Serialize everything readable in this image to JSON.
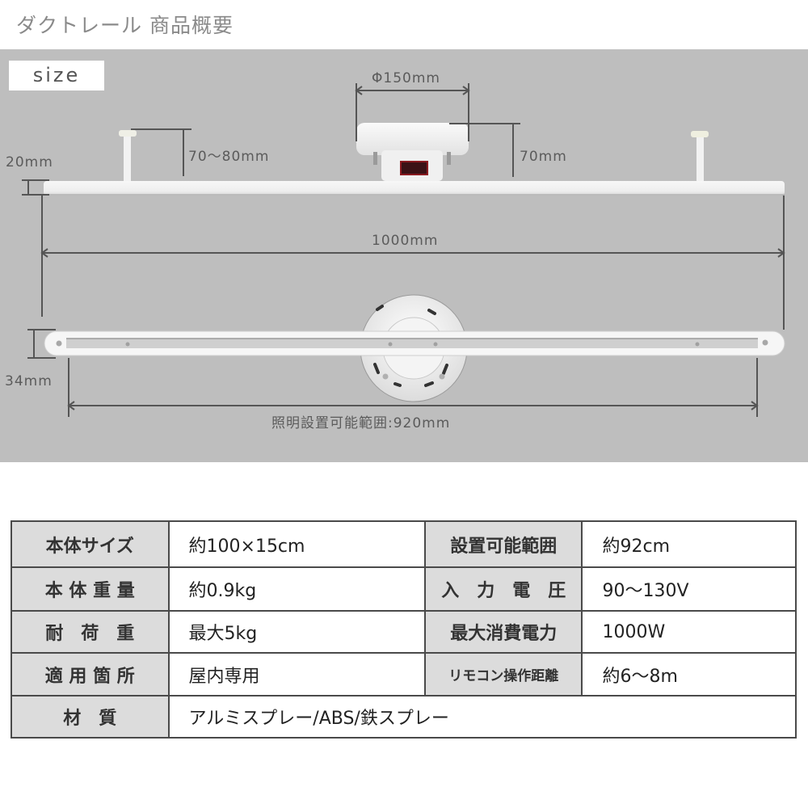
{
  "header": {
    "title": "ダクトレール 商品概要"
  },
  "diagram": {
    "section_tag": "size",
    "dimensions": {
      "plug_diameter": "Φ150mm",
      "plug_height": "70mm",
      "hook_height": "70〜80mm",
      "rail_thickness": "20mm",
      "rail_length": "1000mm",
      "rail_width": "34mm",
      "lighting_range": "照明設置可能範囲:920mm"
    }
  },
  "specs": {
    "rows": [
      {
        "label_left": "本体サイズ",
        "value_left": "約100×15cm",
        "label_right": "設置可能範囲",
        "value_right": "約92cm"
      },
      {
        "label_left": "本 体 重 量",
        "value_left": "約0.9kg",
        "label_right": "入　力　電　圧",
        "value_right": "90〜130V"
      },
      {
        "label_left": "耐　荷　重",
        "value_left": "最大5kg",
        "label_right": "最大消費電力",
        "value_right": "1000W"
      },
      {
        "label_left": "適 用 箇 所",
        "value_left": "屋内専用",
        "label_right": "リモコン操作距離",
        "value_right": "約6〜8m"
      }
    ],
    "material": {
      "label": "材　質",
      "value": "アルミスプレー/ABS/鉄スプレー"
    }
  }
}
